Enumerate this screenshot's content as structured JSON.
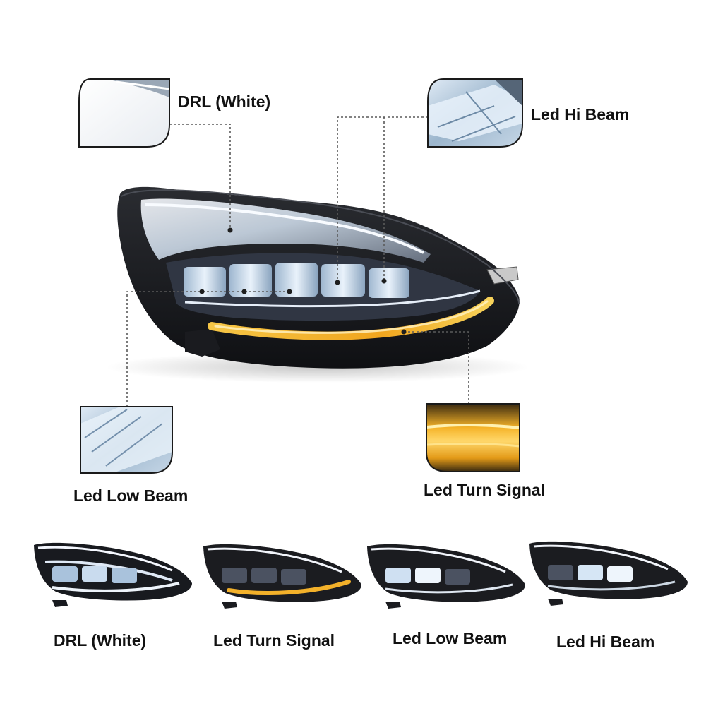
{
  "callouts": {
    "drl": "DRL (White)",
    "hi_beam": "Led Hi Beam",
    "low_beam": "Led Low Beam",
    "turn_signal": "Led Turn Signal"
  },
  "modes": [
    {
      "label": "DRL (White)"
    },
    {
      "label": "Led Turn Signal"
    },
    {
      "label": "Led Low Beam"
    },
    {
      "label": "Led Hi Beam"
    }
  ],
  "colors": {
    "housing": "#1b1d22",
    "drl_white": "#f4f6fb",
    "led_blue": "#bcd6ee",
    "amber": "#f2b325",
    "leader_line": "#5a5a5a"
  }
}
